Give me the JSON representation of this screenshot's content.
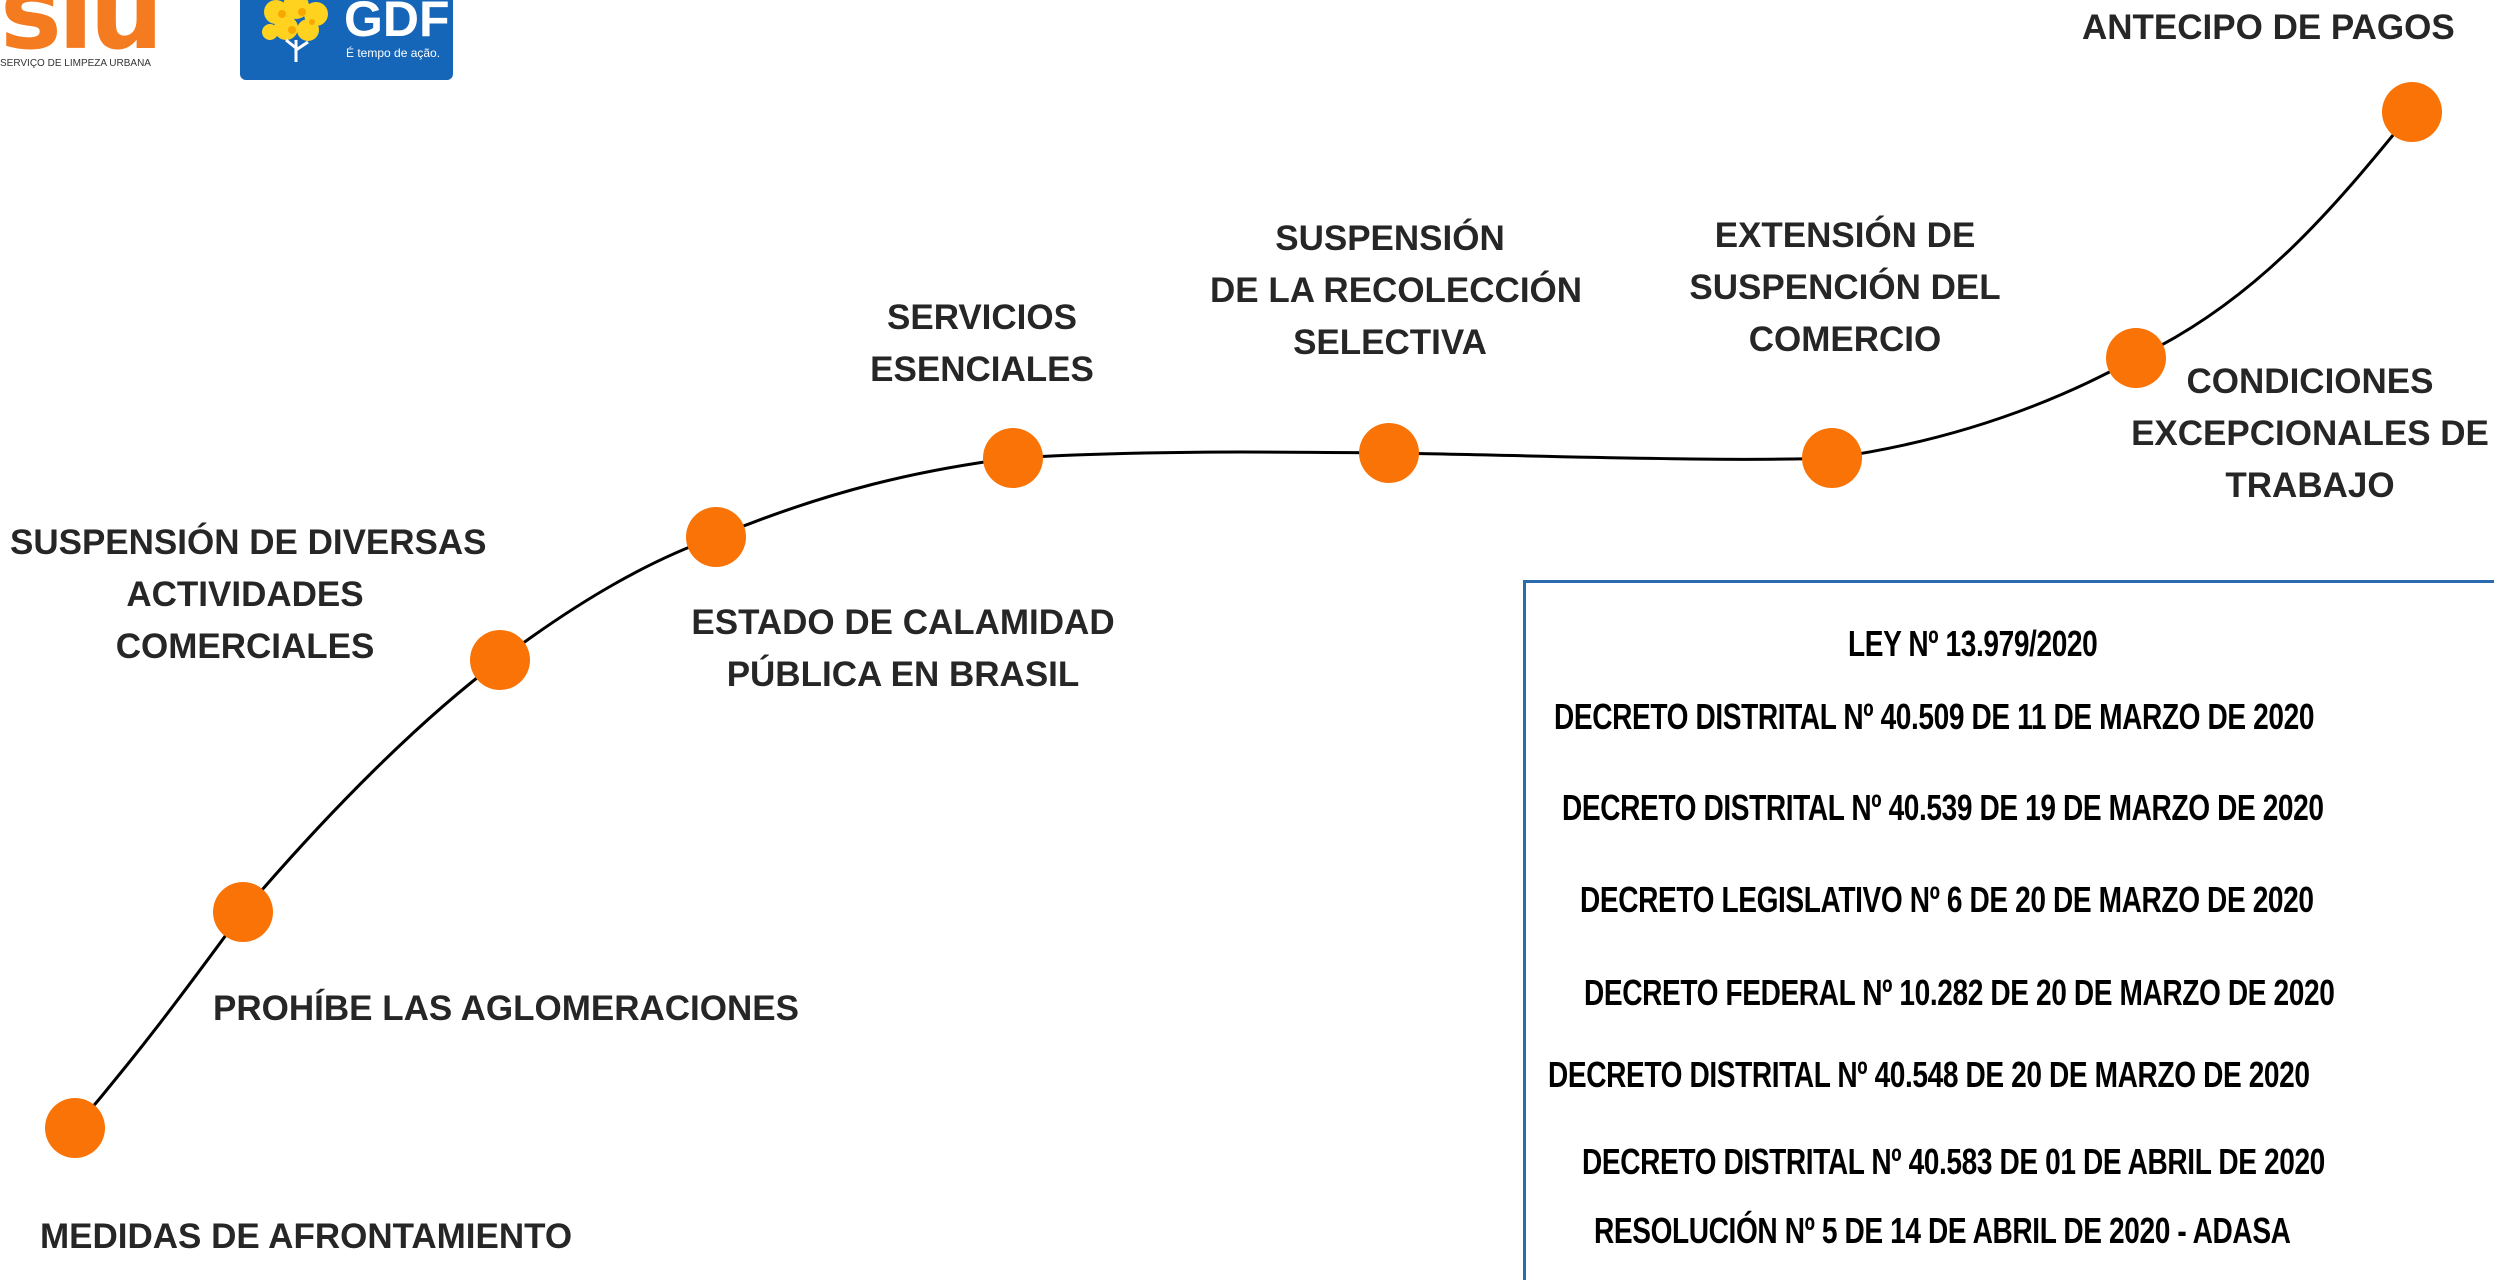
{
  "logos": {
    "slu_mark": "slu",
    "slu_subtitle": "SERVIÇO DE LIMPEZA URBANA",
    "gdf_name": "GDF",
    "gdf_slogan": "É tempo de ação."
  },
  "colors": {
    "accent": "#f97306",
    "line": "#000000",
    "box_border": "#2a6bb0",
    "gdf_blue": "#1565b8",
    "text": "#262626"
  },
  "timeline": {
    "milestones": [
      {
        "label": [
          "MEDIDAS DE AFRONTAMIENTO"
        ]
      },
      {
        "label": [
          "PROHÍBE LAS AGLOMERACIONES"
        ]
      },
      {
        "label": [
          "SUSPENSIÓN DE DIVERSAS",
          "ACTIVIDADES",
          "COMERCIALES"
        ]
      },
      {
        "label": [
          "ESTADO DE CALAMIDAD",
          "PÚBLICA EN BRASIL"
        ]
      },
      {
        "label": [
          "SERVICIOS",
          "ESENCIALES"
        ]
      },
      {
        "label": [
          "SUSPENSIÓN",
          "DE LA RECOLECCIÓN",
          "SELECTIVA"
        ]
      },
      {
        "label": [
          "EXTENSIÓN DE",
          "SUSPENCIÓN DEL",
          "COMERCIO"
        ]
      },
      {
        "label": [
          "CONDICIONES",
          "EXCEPCIONALES DE",
          "TRABAJO"
        ]
      },
      {
        "label": [
          "ANTECIPO DE PAGOS"
        ]
      }
    ]
  },
  "legal_references": [
    "LEY Nº 13.979/2020",
    "DECRETO DISTRITAL Nº 40.509 DE 11 DE MARZO DE 2020",
    "DECRETO DISTRITAL Nº 40.539 DE 19 DE MARZO DE 2020",
    "DECRETO LEGISLATIVO Nº 6 DE 20 DE MARZO DE 2020",
    "DECRETO FEDERAL Nº 10.282 DE 20 DE MARZO DE 2020",
    "DECRETO DISTRITAL Nº 40.548 DE 20 DE MARZO DE 2020",
    "DECRETO DISTRITAL Nº 40.583 DE 01 DE ABRIL DE 2020",
    "RESOLUCIÓN Nº 5 DE 14 DE ABRIL DE 2020 - ADASA"
  ]
}
